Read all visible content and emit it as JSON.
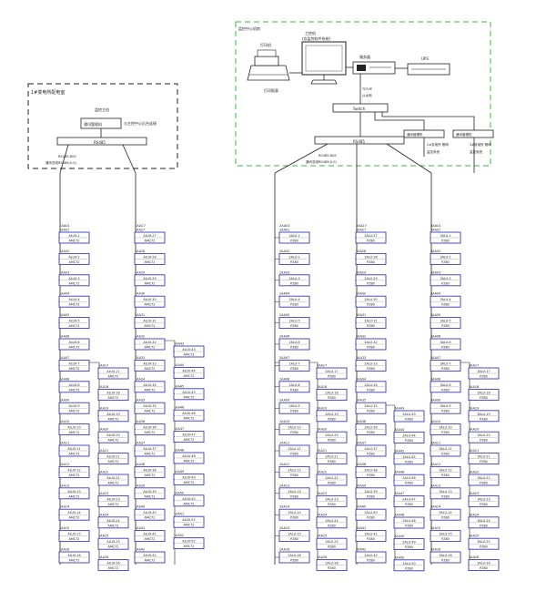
{
  "left_station": {
    "title": "1#变电所配电室",
    "monitor_label": "监控主机",
    "switch_label": "通讯管理机",
    "note_label": "与主控中心后台连接",
    "hub_label": "RS485",
    "bus_label": "RS485-BUS",
    "bus_note": "通讯总线RS485(0-0)"
  },
  "right_station": {
    "title": "监控中心机房",
    "pc_label": "工控机",
    "pc_sub": "(含监控软件系统)",
    "printer_label": "打印机",
    "printer_note": "打印报表",
    "server_label": "服务器",
    "ups_label": "UPS",
    "tcpip_label": "TCP/IP",
    "router_label": "Switch",
    "ethernet_label": "以太网",
    "hub_label": "RS485",
    "bus_label": "RS485-BUS",
    "bus_note": "通讯总线RS485(0-0)",
    "ext_box_1": "通讯管理机",
    "ext_box_2": "通讯管理机",
    "ext_note_1": "2#变电所 照明",
    "ext_note_2": "监控系统",
    "ext_note_3": "3#变电所 照明",
    "ext_note_4": "监控系统"
  },
  "columns": [
    {
      "header": "1AA01",
      "cells": [
        {
          "cap": "1AA01",
          "top": "ALUX-1",
          "bot": "AMC72"
        },
        {
          "cap": "1AA02",
          "top": "ALUX-2",
          "bot": "AMC72"
        },
        {
          "cap": "1AA03",
          "top": "ALUX-3",
          "bot": "AMC72"
        },
        {
          "cap": "1AA04",
          "top": "ALUX-4",
          "bot": "AMC72"
        },
        {
          "cap": "1AA05",
          "top": "ALUX-5",
          "bot": "AMC72"
        },
        {
          "cap": "1AA06",
          "top": "ALUX-6",
          "bot": "AMC72"
        },
        {
          "cap": "1AA07",
          "top": "ALUX-7",
          "bot": "AMC72"
        },
        {
          "cap": "1AA08",
          "top": "ALUX-8",
          "bot": "AMC72"
        },
        {
          "cap": "1AA09",
          "top": "ALUX-9",
          "bot": "AMC72"
        },
        {
          "cap": "1AA10",
          "top": "ALUX-10",
          "bot": "AMC72"
        },
        {
          "cap": "1AA11",
          "top": "ALUX-11",
          "bot": "AMC72"
        },
        {
          "cap": "1AA12",
          "top": "ALUX-12",
          "bot": "AMC72"
        },
        {
          "cap": "1AA13",
          "top": "ALUX-13",
          "bot": "AMC72"
        },
        {
          "cap": "1AA14",
          "top": "ALUX-14",
          "bot": "AMC72"
        },
        {
          "cap": "1AA15",
          "top": "ALUX-15",
          "bot": "AMC72"
        },
        {
          "cap": "1AA16",
          "top": "ALUX-16",
          "bot": "AMC72"
        }
      ]
    },
    {
      "header": "",
      "cells": [
        {
          "cap": "1AA17",
          "top": "ALUX-17",
          "bot": "AMC72"
        },
        {
          "cap": "1AA18",
          "top": "ALUX-18",
          "bot": "AMC72"
        },
        {
          "cap": "1AA19",
          "top": "ALUX-19",
          "bot": "AMC72"
        },
        {
          "cap": "1AA20",
          "top": "ALUX-20",
          "bot": "AMC72"
        },
        {
          "cap": "1AA21",
          "top": "ALUX-21",
          "bot": "AMC72"
        },
        {
          "cap": "1AA22",
          "top": "ALUX-22",
          "bot": "AMC72"
        },
        {
          "cap": "1AA23",
          "top": "ALUX-23",
          "bot": "AMC72"
        },
        {
          "cap": "1AA24",
          "top": "ALUX-24",
          "bot": "AMC72"
        },
        {
          "cap": "1AA25",
          "top": "ALUX-25",
          "bot": "AMC72"
        },
        {
          "cap": "1AA26",
          "top": "ALUX-26",
          "bot": "AMC72"
        }
      ]
    },
    {
      "header": "1AA27",
      "cells": [
        {
          "cap": "1AA27",
          "top": "ALUX-27",
          "bot": "AMC72"
        },
        {
          "cap": "1AA28",
          "top": "ALUX-28",
          "bot": "AMC72"
        },
        {
          "cap": "1AA29",
          "top": "ALUX-29",
          "bot": "AMC72"
        },
        {
          "cap": "1AA30",
          "top": "ALUX-30",
          "bot": "AMC72"
        },
        {
          "cap": "1AA31",
          "top": "ALUX-31",
          "bot": "AMC72"
        },
        {
          "cap": "1AA32",
          "top": "ALUX-32",
          "bot": "AMC72"
        },
        {
          "cap": "1AA33",
          "top": "ALUX-33",
          "bot": "AMC72"
        },
        {
          "cap": "1AA34",
          "top": "ALUX-34",
          "bot": "AMC72"
        },
        {
          "cap": "1AA35",
          "top": "ALUX-35",
          "bot": "AMC72"
        },
        {
          "cap": "1AA36",
          "top": "ALUX-36",
          "bot": "AMC72"
        },
        {
          "cap": "1AA37",
          "top": "ALUX-37",
          "bot": "AMC72"
        },
        {
          "cap": "1AA38",
          "top": "ALUX-38",
          "bot": "AMC72"
        },
        {
          "cap": "1AA39",
          "top": "ALUX-39",
          "bot": "AMC72"
        },
        {
          "cap": "1AA40",
          "top": "ALUX-40",
          "bot": "AMC72"
        },
        {
          "cap": "1AA41",
          "top": "ALUX-41",
          "bot": "AMC72"
        },
        {
          "cap": "1AA42",
          "top": "ALUX-42",
          "bot": "AMC72"
        }
      ]
    },
    {
      "header": "",
      "cells": [
        {
          "cap": "1AA43",
          "top": "ALUX-43",
          "bot": "AMC72"
        },
        {
          "cap": "1AA44",
          "top": "ALUX-44",
          "bot": "AMC72"
        },
        {
          "cap": "1AA45",
          "top": "ALUX-45",
          "bot": "AMC72"
        },
        {
          "cap": "1AA46",
          "top": "ALUX-46",
          "bot": "AMC72"
        },
        {
          "cap": "1AA47",
          "top": "ALUX-47",
          "bot": "AMC72"
        },
        {
          "cap": "1AA48",
          "top": "ALUX-48",
          "bot": "AMC72"
        },
        {
          "cap": "1AA49",
          "top": "ALUX-49",
          "bot": "AMC72"
        },
        {
          "cap": "1AA50",
          "top": "ALUX-50",
          "bot": "AMC72"
        },
        {
          "cap": "1AA51",
          "top": "ALUX-51",
          "bot": "AMC72"
        },
        {
          "cap": "1AA52",
          "top": "ALUX-52",
          "bot": "AMC72"
        }
      ]
    },
    {
      "header": "2AA01",
      "cells": [
        {
          "cap": "2AA01",
          "top": "2ALU-1",
          "bot": "PZ80"
        },
        {
          "cap": "2AA02",
          "top": "2ALU-2",
          "bot": "PZ80"
        },
        {
          "cap": "2AA03",
          "top": "2ALU-3",
          "bot": "PZ80"
        },
        {
          "cap": "2AA04",
          "top": "2ALU-4",
          "bot": "PZ80"
        },
        {
          "cap": "2AA05",
          "top": "2ALU-5",
          "bot": "PZ80"
        },
        {
          "cap": "2AA06",
          "top": "2ALU-6",
          "bot": "PZ80"
        },
        {
          "cap": "2AA07",
          "top": "2ALU-7",
          "bot": "PZ80"
        },
        {
          "cap": "2AA08",
          "top": "2ALU-8",
          "bot": "PZ80"
        },
        {
          "cap": "2AA09",
          "top": "2ALU-9",
          "bot": "PZ80"
        },
        {
          "cap": "2AA10",
          "top": "2ALU-10",
          "bot": "PZ80"
        },
        {
          "cap": "2AA11",
          "top": "2ALU-11",
          "bot": "PZ80"
        },
        {
          "cap": "2AA12",
          "top": "2ALU-12",
          "bot": "PZ80"
        },
        {
          "cap": "2AA13",
          "top": "2ALU-13",
          "bot": "PZ80"
        },
        {
          "cap": "2AA14",
          "top": "2ALU-14",
          "bot": "PZ80"
        },
        {
          "cap": "2AA15",
          "top": "2ALU-15",
          "bot": "PZ80"
        },
        {
          "cap": "2AA16",
          "top": "2ALU-16",
          "bot": "PZ80"
        }
      ]
    },
    {
      "header": "",
      "cells": [
        {
          "cap": "2AA17",
          "top": "2ALU-17",
          "bot": "PZ80"
        },
        {
          "cap": "2AA18",
          "top": "2ALU-18",
          "bot": "PZ80"
        },
        {
          "cap": "2AA19",
          "top": "2ALU-19",
          "bot": "PZ80"
        },
        {
          "cap": "2AA20",
          "top": "2ALU-20",
          "bot": "PZ80"
        },
        {
          "cap": "2AA21",
          "top": "2ALU-21",
          "bot": "PZ80"
        },
        {
          "cap": "2AA22",
          "top": "2ALU-22",
          "bot": "PZ80"
        },
        {
          "cap": "2AA23",
          "top": "2ALU-23",
          "bot": "PZ80"
        },
        {
          "cap": "2AA24",
          "top": "2ALU-24",
          "bot": "PZ80"
        },
        {
          "cap": "2AA25",
          "top": "2ALU-25",
          "bot": "PZ80"
        },
        {
          "cap": "2AA26",
          "top": "2ALU-26",
          "bot": "PZ80"
        }
      ]
    },
    {
      "header": "2AA27",
      "cells": [
        {
          "cap": "2AA27",
          "top": "2ALU-27",
          "bot": "PZ80"
        },
        {
          "cap": "2AA28",
          "top": "2ALU-28",
          "bot": "PZ80"
        },
        {
          "cap": "2AA29",
          "top": "2ALU-29",
          "bot": "PZ80"
        },
        {
          "cap": "2AA30",
          "top": "2ALU-30",
          "bot": "PZ80"
        },
        {
          "cap": "2AA31",
          "top": "2ALU-31",
          "bot": "PZ80"
        },
        {
          "cap": "2AA32",
          "top": "2ALU-32",
          "bot": "PZ80"
        },
        {
          "cap": "2AA33",
          "top": "2ALU-33",
          "bot": "PZ80"
        },
        {
          "cap": "2AA34",
          "top": "2ALU-34",
          "bot": "PZ80"
        },
        {
          "cap": "2AA35",
          "top": "2ALU-35",
          "bot": "PZ80"
        },
        {
          "cap": "2AA36",
          "top": "2ALU-36",
          "bot": "PZ80"
        },
        {
          "cap": "2AA37",
          "top": "2ALU-37",
          "bot": "PZ80"
        },
        {
          "cap": "2AA38",
          "top": "2ALU-38",
          "bot": "PZ80"
        },
        {
          "cap": "2AA39",
          "top": "2ALU-39",
          "bot": "PZ80"
        },
        {
          "cap": "2AA40",
          "top": "2ALU-40",
          "bot": "PZ80"
        },
        {
          "cap": "2AA41",
          "top": "2ALU-41",
          "bot": "PZ80"
        },
        {
          "cap": "2AA42",
          "top": "2ALU-42",
          "bot": "PZ80"
        }
      ]
    },
    {
      "header": "",
      "cells": [
        {
          "cap": "2AA43",
          "top": "2ALU-43",
          "bot": "PZ80"
        },
        {
          "cap": "2AA44",
          "top": "2ALU-44",
          "bot": "PZ80"
        },
        {
          "cap": "2AA45",
          "top": "2ALU-45",
          "bot": "PZ80"
        },
        {
          "cap": "2AA46",
          "top": "2ALU-46",
          "bot": "PZ80"
        },
        {
          "cap": "2AA47",
          "top": "2ALU-47",
          "bot": "PZ80"
        },
        {
          "cap": "2AA48",
          "top": "2ALU-48",
          "bot": "PZ80"
        },
        {
          "cap": "2AA49",
          "top": "2ALU-49",
          "bot": "PZ80"
        },
        {
          "cap": "2AA50",
          "top": "2ALU-50",
          "bot": "PZ80"
        }
      ]
    },
    {
      "header": "3AA01",
      "cells": [
        {
          "cap": "3AA01",
          "top": "3ALU-1",
          "bot": "PZ80"
        },
        {
          "cap": "3AA02",
          "top": "3ALU-2",
          "bot": "PZ80"
        },
        {
          "cap": "3AA03",
          "top": "3ALU-3",
          "bot": "PZ80"
        },
        {
          "cap": "3AA04",
          "top": "3ALU-4",
          "bot": "PZ80"
        },
        {
          "cap": "3AA05",
          "top": "3ALU-5",
          "bot": "PZ80"
        },
        {
          "cap": "3AA06",
          "top": "3ALU-6",
          "bot": "PZ80"
        },
        {
          "cap": "3AA07",
          "top": "3ALU-7",
          "bot": "PZ80"
        },
        {
          "cap": "3AA08",
          "top": "3ALU-8",
          "bot": "PZ80"
        },
        {
          "cap": "3AA09",
          "top": "3ALU-9",
          "bot": "PZ80"
        },
        {
          "cap": "3AA10",
          "top": "3ALU-10",
          "bot": "PZ80"
        },
        {
          "cap": "3AA11",
          "top": "3ALU-11",
          "bot": "PZ80"
        },
        {
          "cap": "3AA12",
          "top": "3ALU-12",
          "bot": "PZ80"
        },
        {
          "cap": "3AA13",
          "top": "3ALU-13",
          "bot": "PZ80"
        },
        {
          "cap": "3AA14",
          "top": "3ALU-14",
          "bot": "PZ80"
        },
        {
          "cap": "3AA15",
          "top": "3ALU-15",
          "bot": "PZ80"
        },
        {
          "cap": "3AA16",
          "top": "3ALU-16",
          "bot": "PZ80"
        }
      ]
    },
    {
      "header": "",
      "cells": [
        {
          "cap": "3AA17",
          "top": "3ALU-17",
          "bot": "PZ80"
        },
        {
          "cap": "3AA18",
          "top": "3ALU-18",
          "bot": "PZ80"
        },
        {
          "cap": "3AA19",
          "top": "3ALU-19",
          "bot": "PZ80"
        },
        {
          "cap": "3AA20",
          "top": "3ALU-20",
          "bot": "PZ80"
        },
        {
          "cap": "3AA21",
          "top": "3ALU-21",
          "bot": "PZ80"
        },
        {
          "cap": "3AA22",
          "top": "3ALU-22",
          "bot": "PZ80"
        },
        {
          "cap": "3AA23",
          "top": "3ALU-23",
          "bot": "PZ80"
        },
        {
          "cap": "3AA24",
          "top": "3ALU-24",
          "bot": "PZ80"
        },
        {
          "cap": "3AA25",
          "top": "3ALU-25",
          "bot": "PZ80"
        },
        {
          "cap": "3AA26",
          "top": "3ALU-26",
          "bot": "PZ80"
        }
      ]
    },
    {
      "header": "",
      "cells": []
    }
  ],
  "colors": {
    "line": "#1a1a1a",
    "cell_border": "#3a3ab4",
    "right_frame": "#33bb33",
    "left_frame": "#222222"
  }
}
